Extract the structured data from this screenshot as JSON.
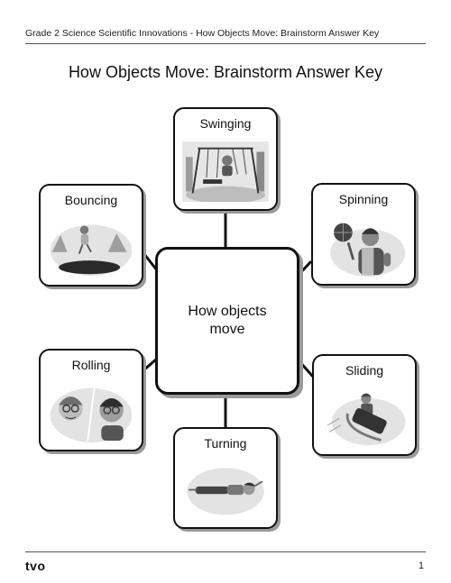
{
  "header": {
    "text": "Grade 2 Science Scientific Innovations - How Objects Move: Brainstorm Answer Key"
  },
  "title": "How Objects Move: Brainstorm Answer Key",
  "center": {
    "line1": "How objects",
    "line2": "move"
  },
  "boxes": {
    "swinging": {
      "label": "Swinging",
      "icon": "swing-set-illustration"
    },
    "bouncing": {
      "label": "Bouncing",
      "icon": "trampoline-illustration"
    },
    "spinning": {
      "label": "Spinning",
      "icon": "spinning-ball-illustration"
    },
    "rolling": {
      "label": "Rolling",
      "icon": "rolling-kids-illustration"
    },
    "sliding": {
      "label": "Sliding",
      "icon": "sled-illustration"
    },
    "turning": {
      "label": "Turning",
      "icon": "log-roll-illustration"
    }
  },
  "footer": {
    "logo": "tvo",
    "page": "1"
  }
}
